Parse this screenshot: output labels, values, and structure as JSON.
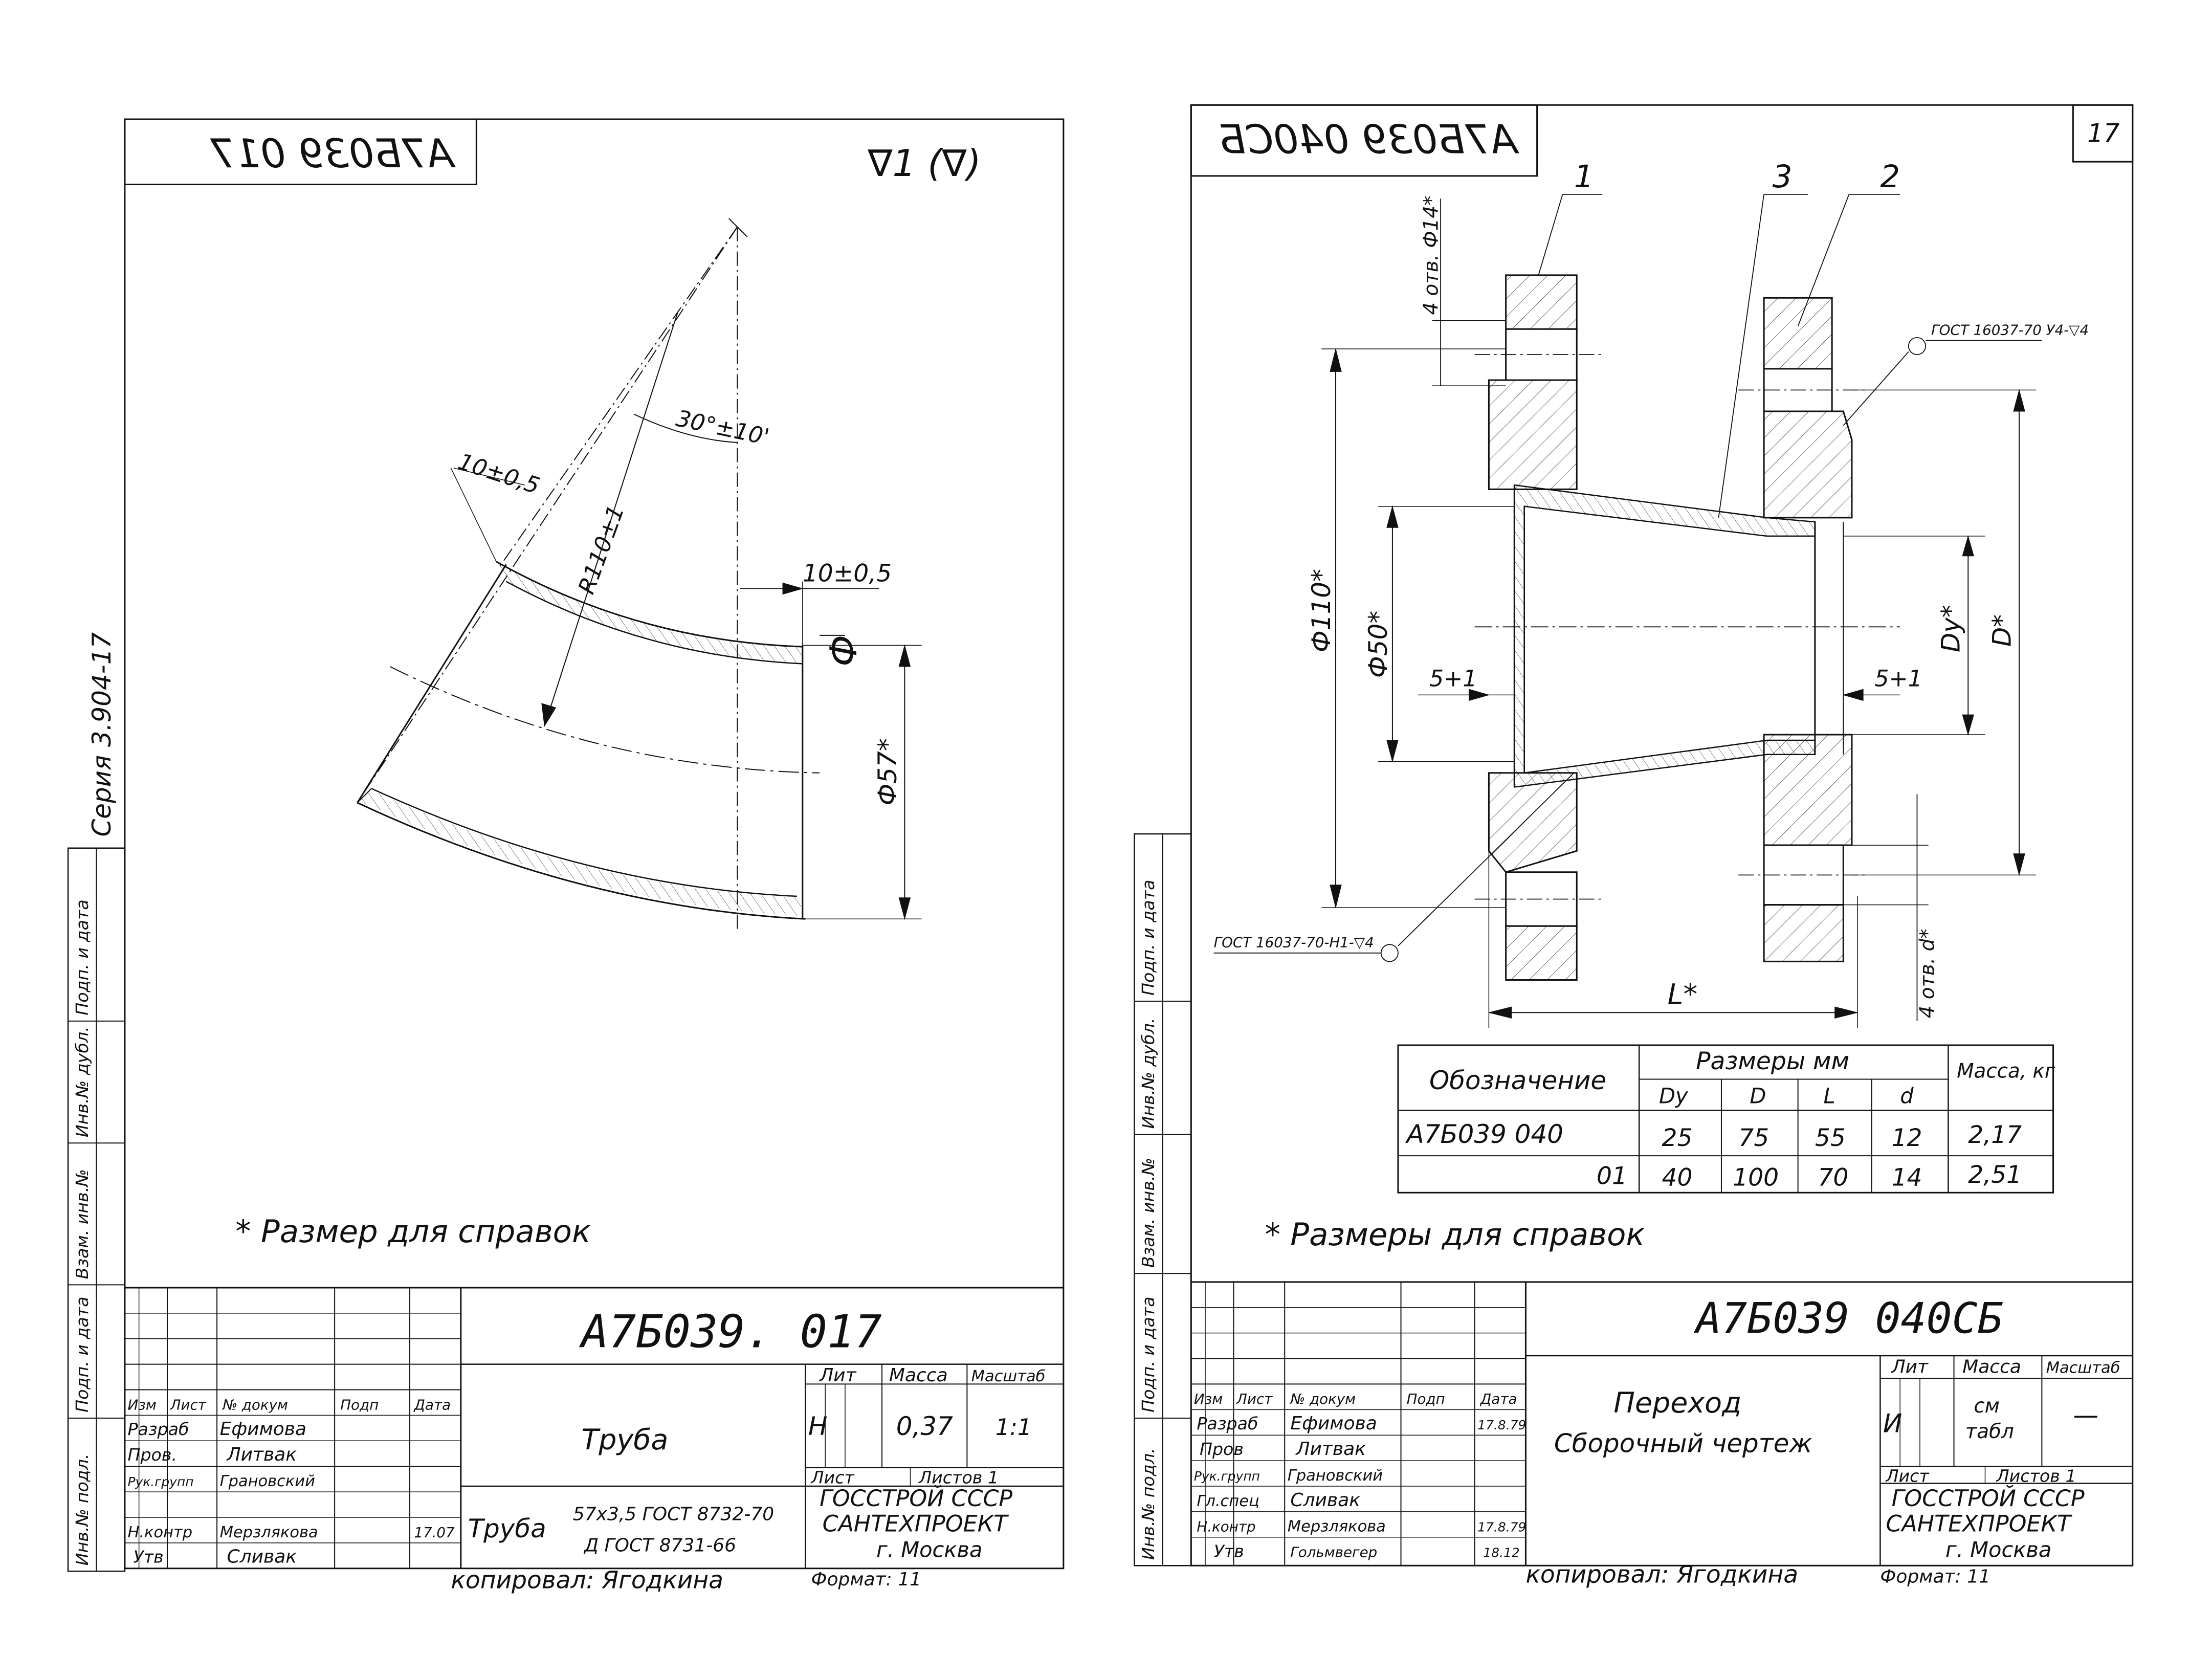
{
  "left_sheet": {
    "doc_code_mirrored": "А7Б039 017",
    "roughness_mark": "∇1 (∇)",
    "series_note": "Серия 3.904-17",
    "angle_dim": "30°±10'",
    "radius_dim": "R110±1",
    "wall_dim_1": "10±0,5",
    "wall_dim_2": "10±0,5",
    "flange_mark": "Ф",
    "diameter_dim": "Ф57*",
    "footnote": "* Размер для справок",
    "side_stamp": [
      "Инв.№ подл.",
      "Подп. и дата",
      "Взам. инв.№",
      "Инв.№ дубл.",
      "Подп. и дата"
    ],
    "title_block": {
      "designation": "А7Б039. 017",
      "name": "Труба",
      "material_prefix": "Труба",
      "material_line1": "57х3,5 ГОСТ 8732-70",
      "material_line2": "Д ГОСТ 8731-66",
      "col_headers": [
        "Изм",
        "Лист",
        "№ докум",
        "Подп",
        "Дата"
      ],
      "roles": [
        "Разраб",
        "Пров.",
        "Рук.групп",
        "",
        "Н.контр",
        "Утв"
      ],
      "people": [
        "Ефимова",
        "Литвак",
        "Грановский",
        "",
        "Мерзлякова",
        "Сливак"
      ],
      "date_nk": "17.07",
      "lit_header": "Лит",
      "mass_header": "Масса",
      "scale_header": "Масштаб",
      "lit": "Н",
      "mass": "0,37",
      "scale": "1:1",
      "sheet_label": "Лист",
      "sheets_label": "Листов 1",
      "org_line1": "ГОССТРОЙ СССР",
      "org_line2": "САНТЕХПРОЕКТ",
      "org_line3": "г. Москва"
    },
    "copied_by": "копировал: Ягодкина",
    "format": "Формат: 11"
  },
  "right_sheet": {
    "doc_code_mirrored": "А7Б039 040СБ",
    "sheet_number": "17",
    "callouts": [
      "1",
      "3",
      "2"
    ],
    "holes_top": "4 отв. Ф14*",
    "holes_bottom": "4 отв. d*",
    "weld_top": "ГОСТ 16037-70 У4-▽4",
    "weld_bottom": "ГОСТ 16037-70-Н1-▽4",
    "dim_d110": "Ф110*",
    "dim_d50": "Ф50*",
    "dim_5_left": "5+1",
    "dim_5_right": "5+1",
    "dim_dy": "Dy*",
    "dim_d": "D*",
    "dim_l": "L*",
    "table": {
      "head_designation": "Обозначение",
      "head_sizes": "Размеры мм",
      "head_mass": "Масса, кг",
      "sub_heads": [
        "Dy",
        "D",
        "L",
        "d"
      ],
      "rows": [
        {
          "designation": "А7Б039 040",
          "dy": "25",
          "d_big": "75",
          "l": "55",
          "d": "12",
          "mass": "2,17"
        },
        {
          "designation": "01",
          "dy": "40",
          "d_big": "100",
          "l": "70",
          "d": "14",
          "mass": "2,51"
        }
      ]
    },
    "footnote": "* Размеры для справок",
    "side_stamp": [
      "Инв.№ подл.",
      "Подп. и дата",
      "Взам. инв.№",
      "Инв.№ дубл.",
      "Подп. и дата"
    ],
    "title_block": {
      "designation": "А7Б039 040СБ",
      "name_line1": "Переход",
      "name_line2": "Сборочный чертеж",
      "col_headers": [
        "Изм",
        "Лист",
        "№ докум",
        "Подп",
        "Дата"
      ],
      "roles": [
        "Разраб",
        "Пров",
        "Рук.групп",
        "Гл.спец",
        "Н.контр",
        "Утв"
      ],
      "people": [
        "Ефимова",
        "Литвак",
        "Грановский",
        "Сливак",
        "Мерзлякова",
        "Гольмвегер"
      ],
      "date_r1": "17.8.79",
      "date_nk": "17.8.79",
      "date_utv": "18.12",
      "lit_header": "Лит",
      "mass_header": "Масса",
      "scale_header": "Масштаб",
      "lit": "И",
      "mass_line1": "см",
      "mass_line2": "табл",
      "scale": "—",
      "sheet_label": "Лист",
      "sheets_label": "Листов 1",
      "org_line1": "ГОССТРОЙ СССР",
      "org_line2": "САНТЕХПРОЕКТ",
      "org_line3": "г. Москва"
    },
    "copied_by": "копировал: Ягодкина",
    "format": "Формат: 11"
  }
}
